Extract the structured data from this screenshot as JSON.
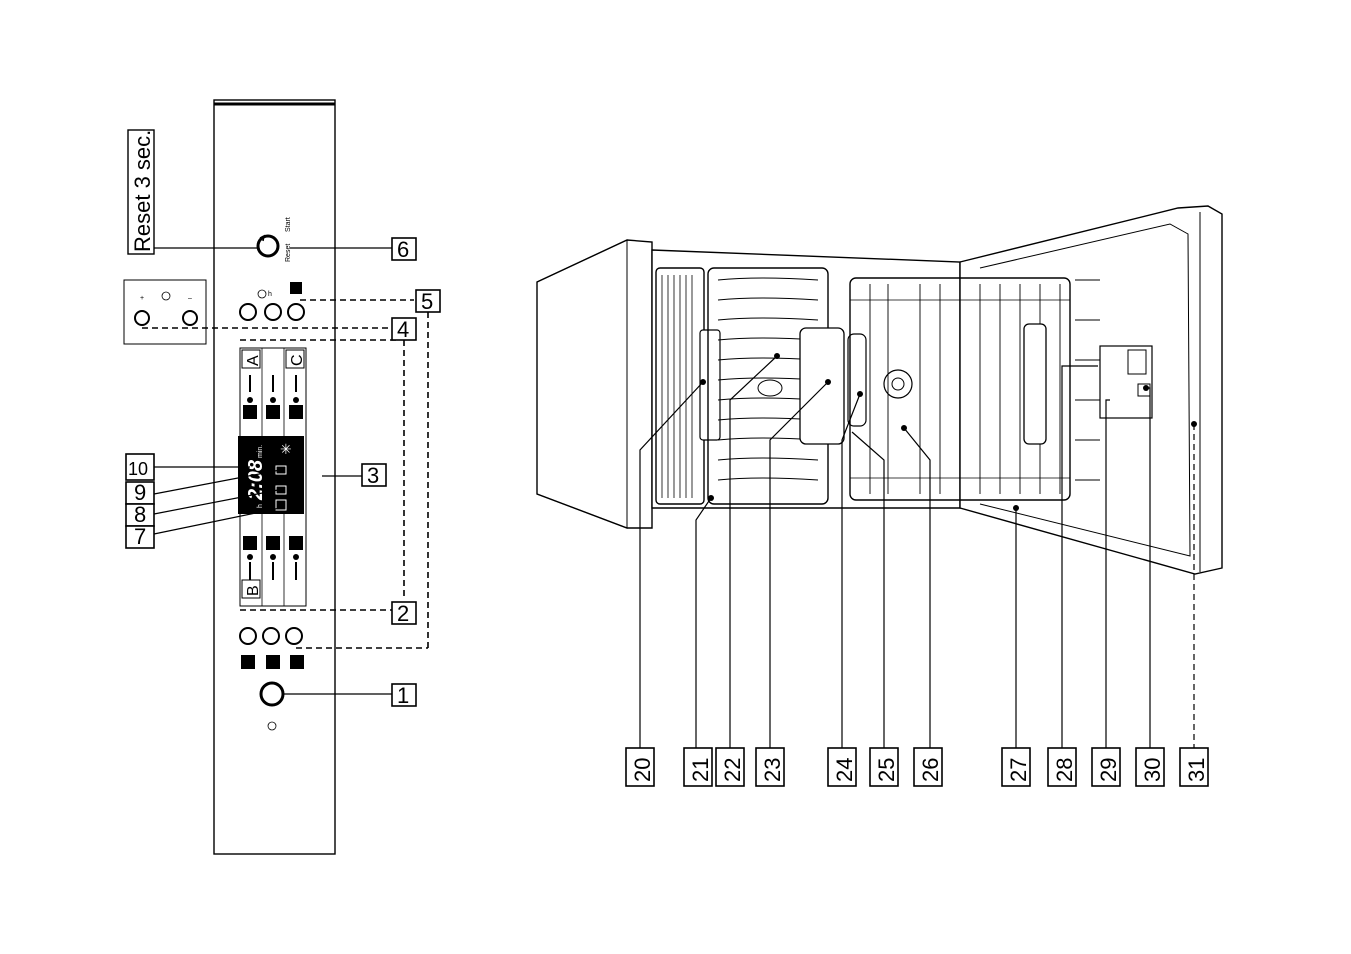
{
  "control_panel": {
    "reset_label": "Reset 3 sec.",
    "start_label": "Start",
    "reset_small_label": "Reset",
    "timer_unit": "h",
    "display_time": "2:08",
    "display_min": "min.",
    "display_h": "h",
    "section_a": "A",
    "section_b": "B",
    "section_c": "C",
    "plus_sign": "+",
    "minus_sign": "–",
    "callouts": [
      "1",
      "2",
      "3",
      "4",
      "5",
      "6",
      "7",
      "8",
      "9",
      "10"
    ]
  },
  "dishwasher": {
    "callouts": [
      "20",
      "21",
      "22",
      "23",
      "24",
      "25",
      "26",
      "27",
      "28",
      "29",
      "30",
      "31"
    ]
  }
}
